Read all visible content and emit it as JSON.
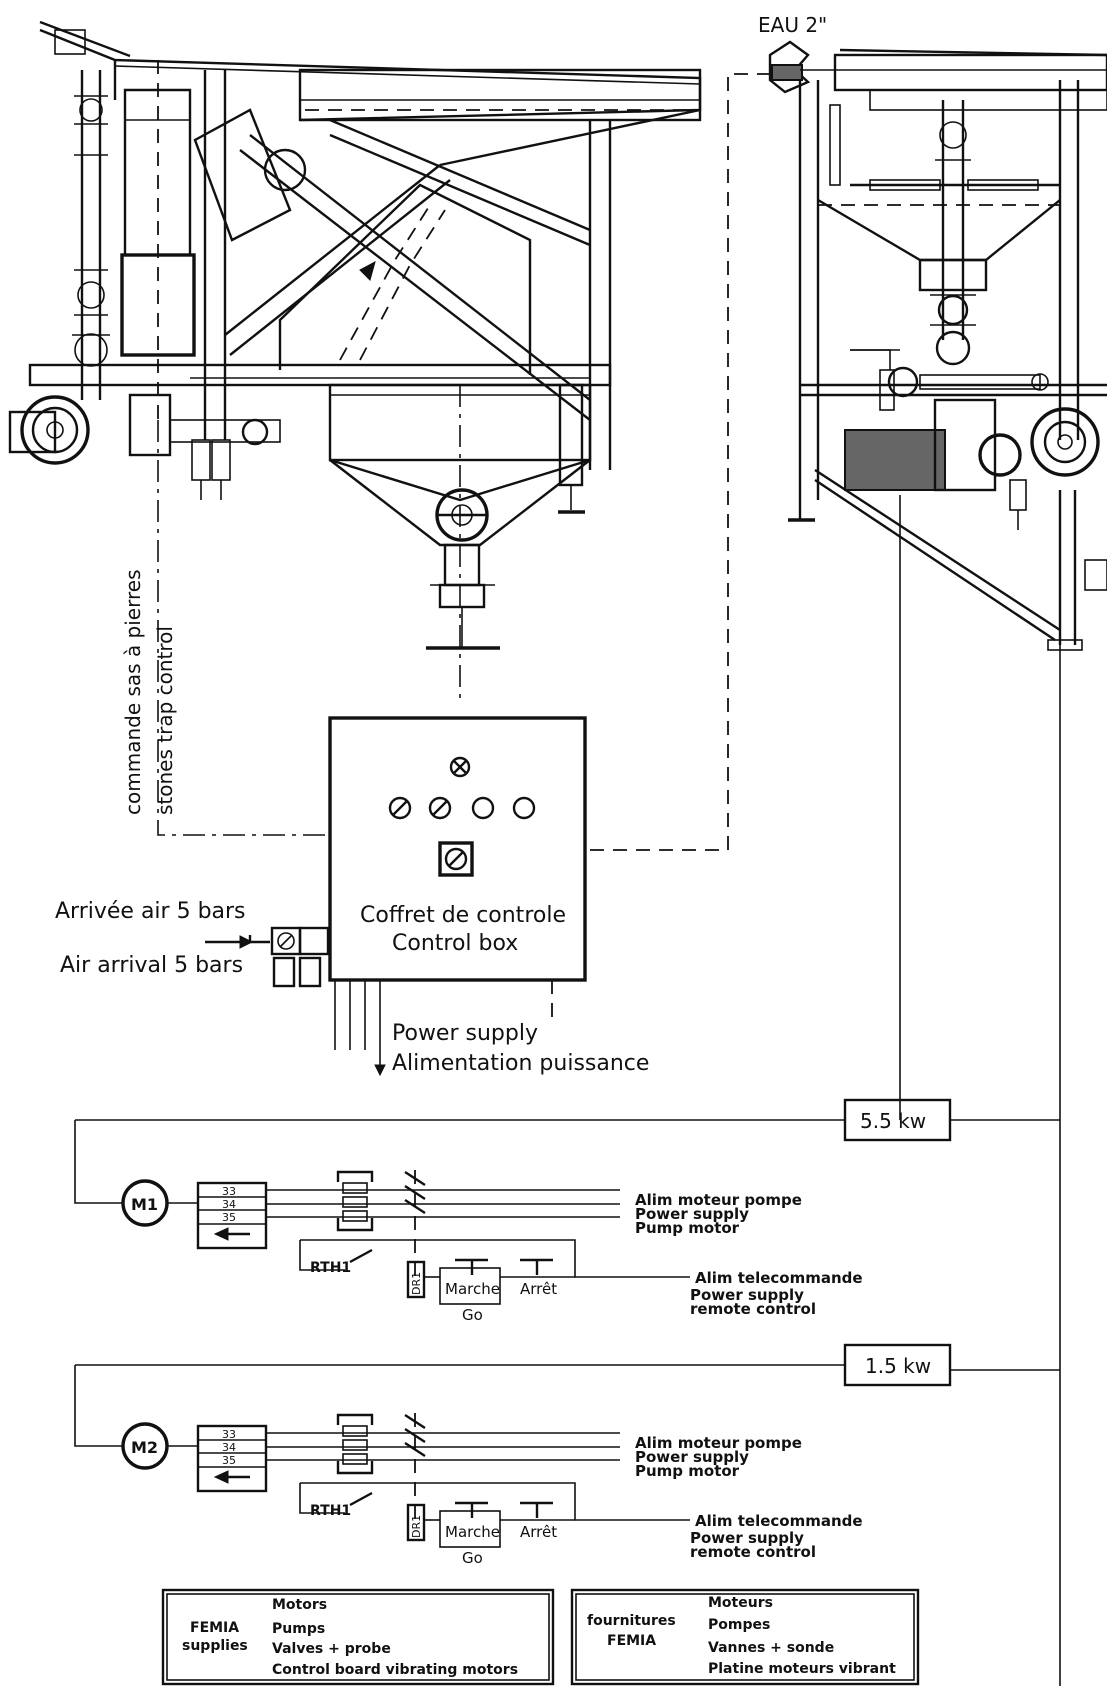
{
  "labels": {
    "water": "EAU 2\"",
    "stones_fr": "commande sas à pierres",
    "stones_en": "stones trap control",
    "air_fr": "Arrivée air 5 bars",
    "air_en": "Air arrival 5 bars",
    "box_fr": "Coffret de controle",
    "box_en": "Control box",
    "power_en": "Power supply",
    "power_fr": "Alimentation puissance"
  },
  "circuits": [
    {
      "motor": "M1",
      "power": "5.5 kw",
      "terminals": [
        "33",
        "34",
        "35"
      ],
      "relay": "RTH1",
      "contactor": "DR1",
      "start_fr": "Marche",
      "start_en": "Go",
      "stop": "Arrêt",
      "motor_feed": [
        "Alim moteur pompe",
        "Power supply",
        "Pump motor"
      ],
      "remote_feed": [
        "Alim telecommande",
        "Power supply",
        "remote control"
      ]
    },
    {
      "motor": "M2",
      "power": "1.5 kw",
      "terminals": [
        "33",
        "34",
        "35"
      ],
      "relay": "RTH1",
      "contactor": "DR1",
      "start_fr": "Marche",
      "start_en": "Go",
      "stop": "Arrêt",
      "motor_feed": [
        "Alim moteur pompe",
        "Power supply",
        "Pump motor"
      ],
      "remote_feed": [
        "Alim telecommande",
        "Power supply",
        "remote control"
      ]
    }
  ],
  "supplies_en": {
    "name": [
      "FEMIA",
      "supplies"
    ],
    "items": [
      "Motors",
      "Pumps",
      "Valves + probe",
      "Control board vibrating motors"
    ]
  },
  "supplies_fr": {
    "name": [
      "fournitures",
      "FEMIA"
    ],
    "items": [
      "Moteurs",
      "Pompes",
      "Vannes + sonde",
      "Platine moteurs vibrant"
    ]
  }
}
